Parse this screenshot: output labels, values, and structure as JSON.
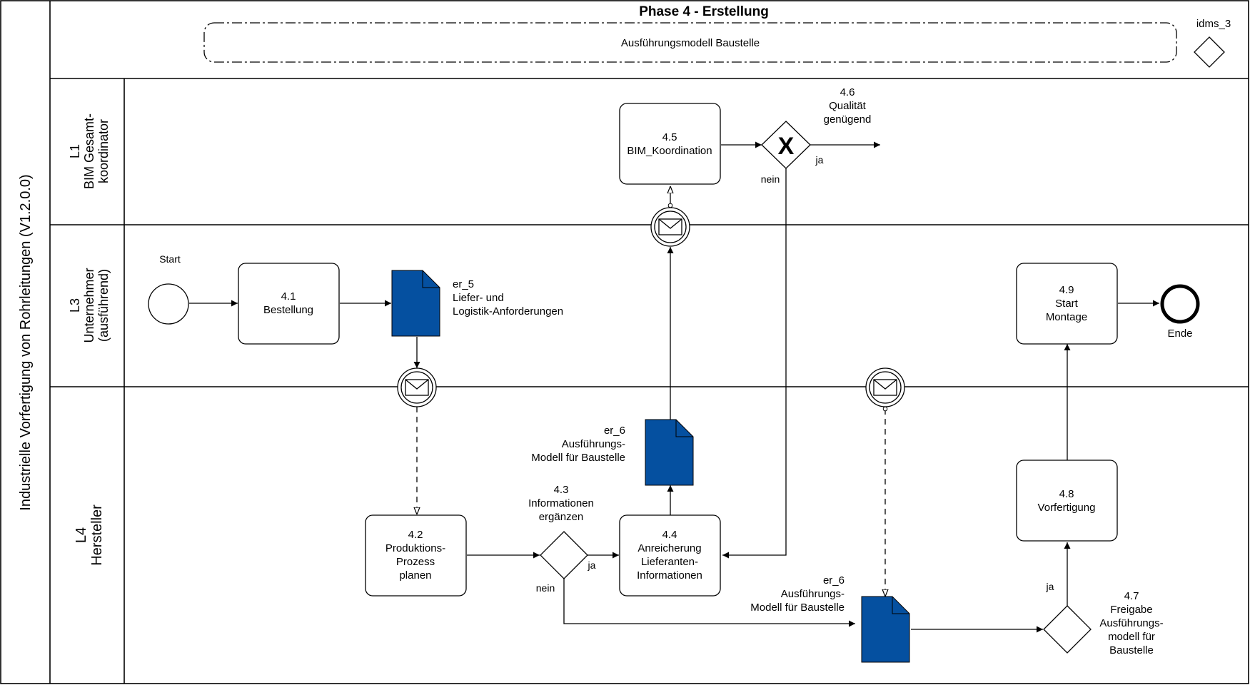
{
  "pool": {
    "title": "Industrielle Vorfertigung von Rohrleitungen (V1.2.0.0)"
  },
  "phase": {
    "title": "Phase 4 - Erstellung",
    "group_label": "Ausführungsmodell Baustelle",
    "side_label": "idms_3"
  },
  "lanes": [
    {
      "id": "L1",
      "line1": "L1",
      "line2": "BIM Gesamt-",
      "line3": "koordinator"
    },
    {
      "id": "L3",
      "line1": "L3",
      "line2": "Unternehmer",
      "line3": "(ausführend)"
    },
    {
      "id": "L4",
      "line1": "L4",
      "line2": "Hersteller"
    }
  ],
  "events": {
    "start": "Start",
    "end": "Ende"
  },
  "tasks": {
    "t41": {
      "num": "4.1",
      "l1": "Bestellung"
    },
    "t42": {
      "num": "4.2",
      "l1": "Produktions-",
      "l2": "Prozess",
      "l3": "planen"
    },
    "t44": {
      "num": "4.4",
      "l1": "Anreicherung",
      "l2": "Lieferanten-",
      "l3": "Informationen"
    },
    "t45": {
      "num": "4.5",
      "l1": "BIM_Koordination"
    },
    "t48": {
      "num": "4.8",
      "l1": "Vorfertigung"
    },
    "t49": {
      "num": "4.9",
      "l1": "Start",
      "l2": "Montage"
    }
  },
  "gateways": {
    "g43": {
      "num": "4.3",
      "l1": "Informationen",
      "l2": "ergänzen",
      "yes": "ja",
      "no": "nein"
    },
    "g46": {
      "num": "4.6",
      "l1": "Qualität",
      "l2": "genügend",
      "yes": "ja",
      "no": "nein"
    },
    "g47": {
      "num": "4.7",
      "l1": "Freigabe",
      "l2": "Ausführungs-",
      "l3": "modell für",
      "l4": "Baustelle",
      "yes": "ja"
    }
  },
  "documents": {
    "er5": {
      "id": "er_5",
      "l1": "Liefer- und",
      "l2": "Logistik-Anforderungen"
    },
    "er6a": {
      "id": "er_6",
      "l1": "Ausführungs-",
      "l2": "Modell für Baustelle"
    },
    "er6b": {
      "id": "er_6",
      "l1": "Ausführungs-",
      "l2": "Modell für Baustelle"
    }
  },
  "colors": {
    "document_fill": "#0550a0",
    "line": "#000000",
    "background": "#ffffff"
  }
}
